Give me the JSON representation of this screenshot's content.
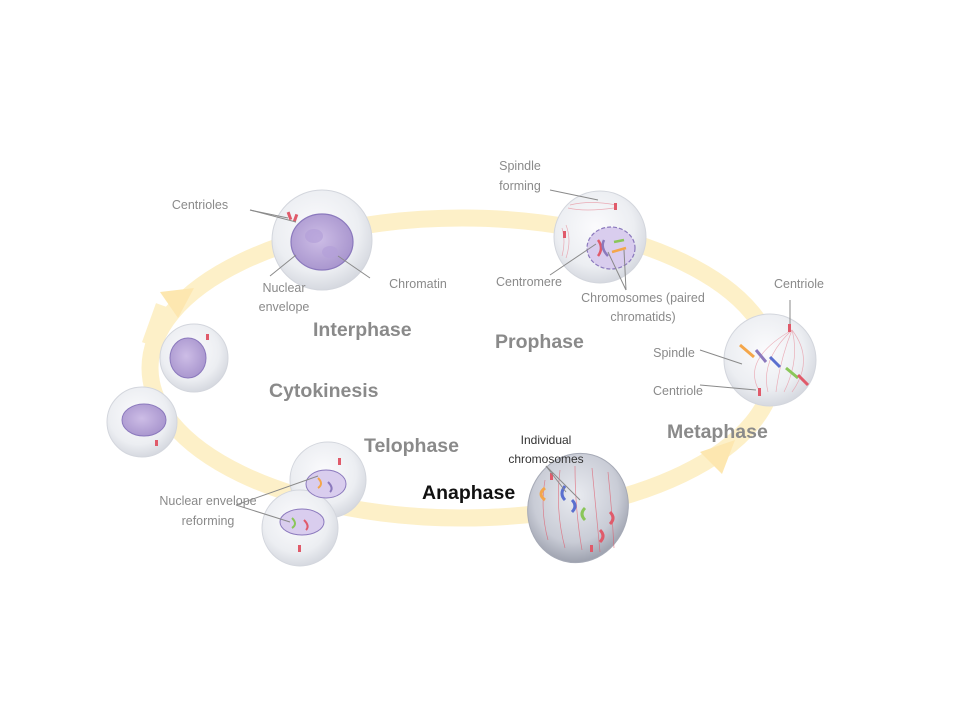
{
  "colors": {
    "cycle_ring": "#fdf0c8",
    "cell_fill": "#eeeff3",
    "nucleus": "#b8a6d6",
    "nucleus_edge": "#8b79bd",
    "chromosome_red": "#e05a6a",
    "spindle": "#e89aa6",
    "label_text": "#8a8a8a",
    "label_line": "#8a8a8a",
    "active_phase": "#111111"
  },
  "phases": {
    "interphase": "Interphase",
    "prophase": "Prophase",
    "metaphase": "Metaphase",
    "anaphase": "Anaphase",
    "telophase": "Telophase",
    "cytokinesis": "Cytokinesis"
  },
  "labels": {
    "centrioles": "Centrioles",
    "nuclear_envelope_1": "Nuclear",
    "nuclear_envelope_2": "envelope",
    "chromatin": "Chromatin",
    "spindle_forming_1": "Spindle",
    "spindle_forming_2": "forming",
    "centromere": "Centromere",
    "chromosomes_paired_1": "Chromosomes (paired",
    "chromosomes_paired_2": "chromatids)",
    "centriole_top": "Centriole",
    "spindle": "Spindle",
    "centriole_bottom": "Centriole",
    "individual_chromosomes_1": "Individual",
    "individual_chromosomes_2": "chromosomes",
    "nuclear_envelope_reforming_1": "Nuclear envelope",
    "nuclear_envelope_reforming_2": "reforming"
  }
}
